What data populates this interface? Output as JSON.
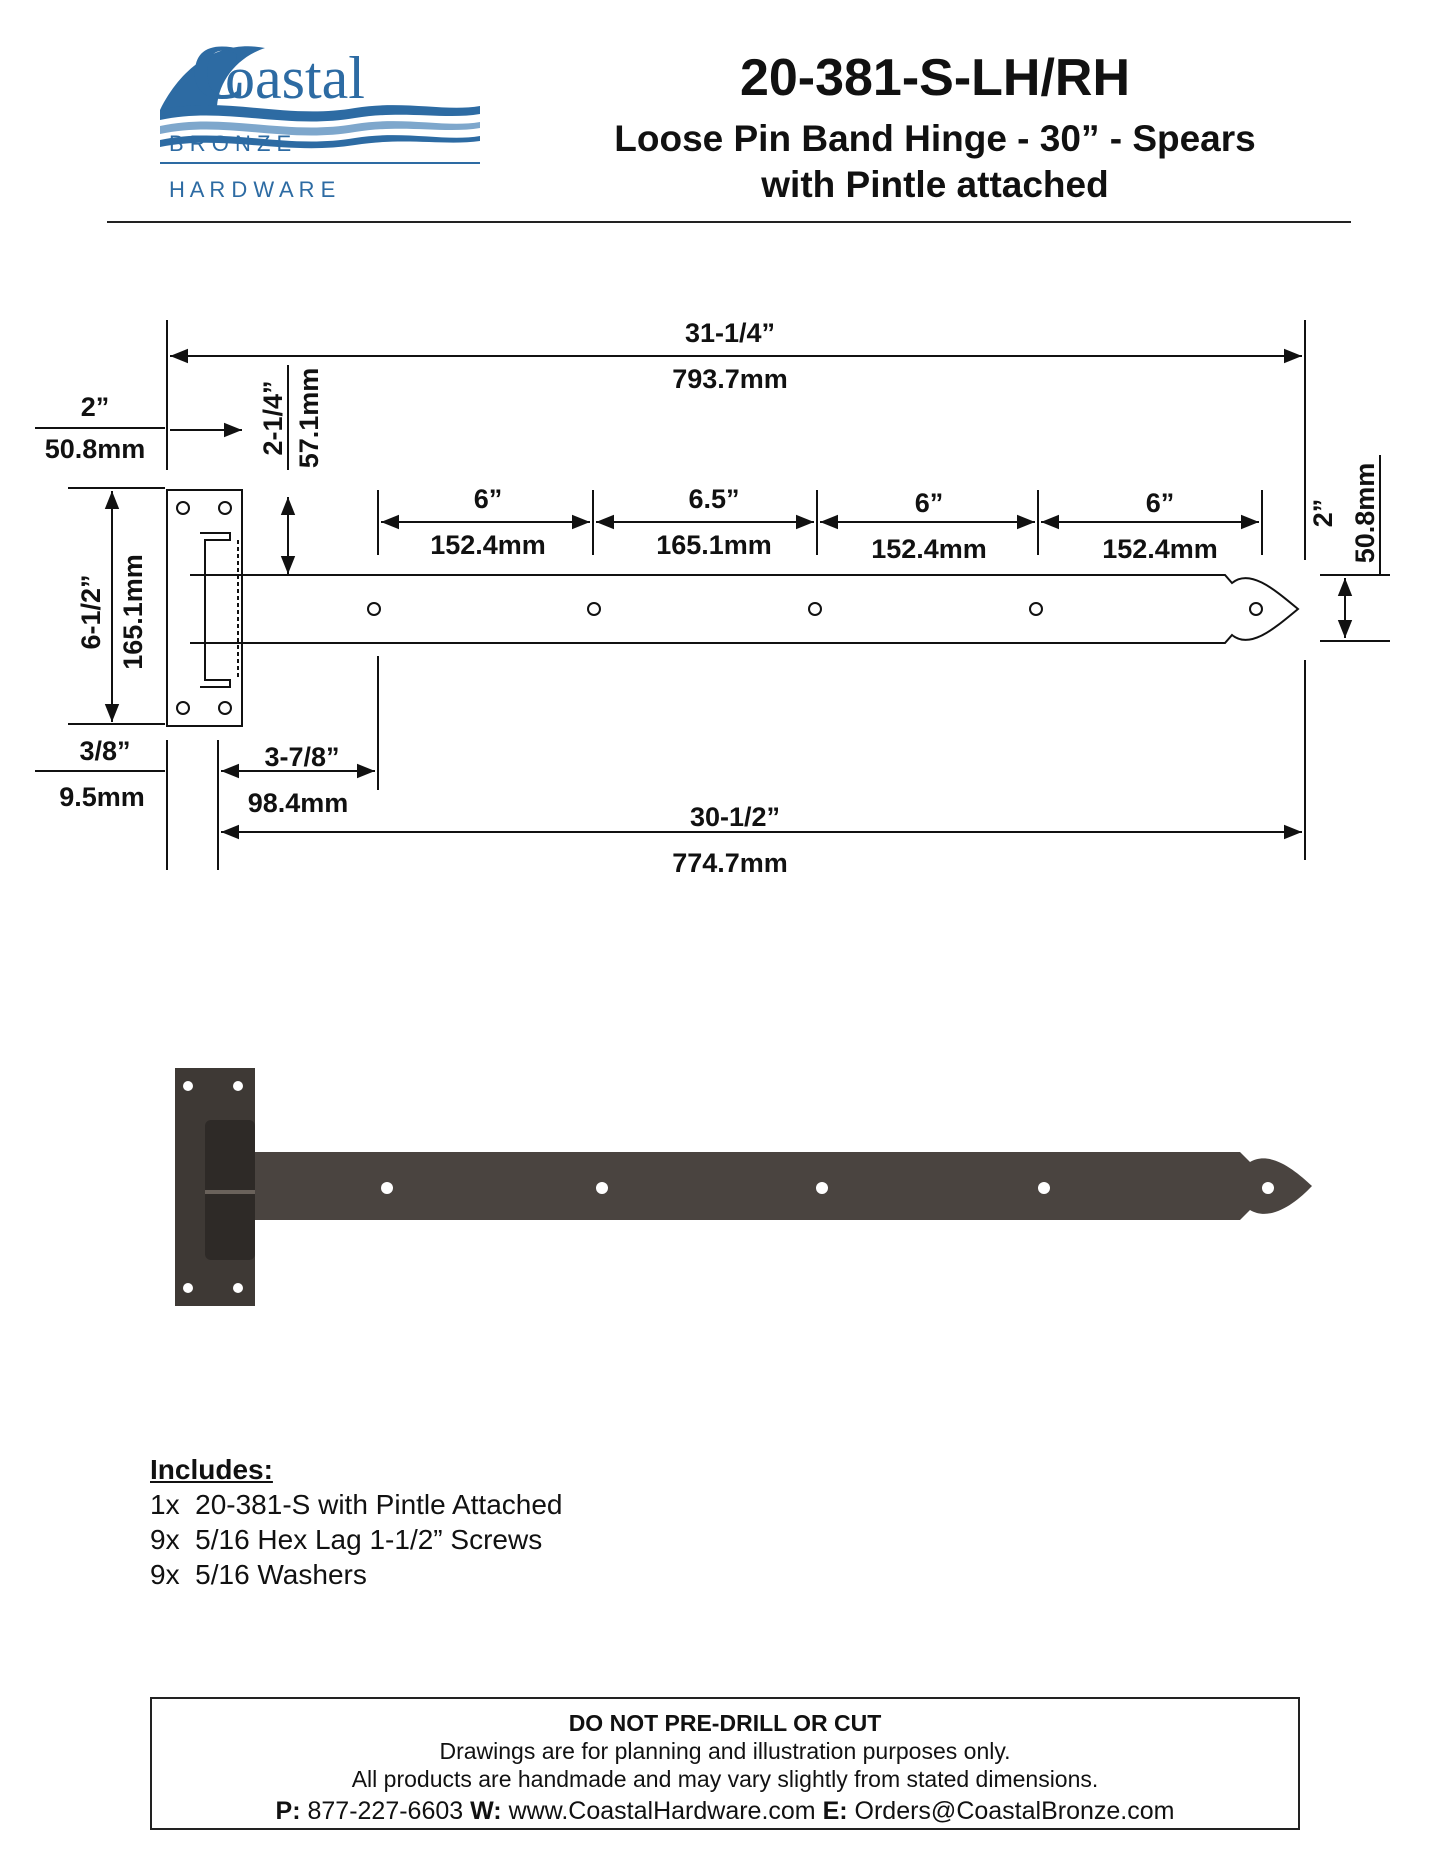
{
  "brand": {
    "logo_word": "oastal",
    "logo_initial": "C",
    "line1": "B R O N Z E",
    "line2": "H A R D W A R E",
    "colors": {
      "blue": "#2d6ba3",
      "light_blue": "#7ea7cc"
    }
  },
  "header": {
    "product_code": "20-381-S-LH/RH",
    "product_name_line1": "Loose Pin Band Hinge - 30” - Spears",
    "product_name_line2": "with Pintle attached"
  },
  "dimensions": {
    "overall_in": "31-1/4”",
    "overall_mm": "793.7mm",
    "plate_width_in": "2”",
    "plate_width_mm": "50.8mm",
    "pintle_offset_in": "2-1/4”",
    "pintle_offset_mm": "57.1mm",
    "plate_height_in": "6-1/2”",
    "plate_height_mm": "165.1mm",
    "hole1_in": "6”",
    "hole1_mm": "152.4mm",
    "hole2_in": "6.5”",
    "hole2_mm": "165.1mm",
    "hole3_in": "6”",
    "hole3_mm": "152.4mm",
    "hole4_in": "6”",
    "hole4_mm": "152.4mm",
    "strap_width_in": "2”",
    "strap_width_mm": "50.8mm",
    "gap_in": "3/8”",
    "gap_mm": "9.5mm",
    "first_hole_in": "3-7/8”",
    "first_hole_mm": "98.4mm",
    "strap_length_in": "30-1/2”",
    "strap_length_mm": "774.7mm"
  },
  "includes": {
    "title": "Includes:",
    "items": [
      {
        "qty": "1x",
        "desc": "20-381-S with Pintle Attached"
      },
      {
        "qty": "9x",
        "desc": "5/16 Hex Lag 1-1/2” Screws"
      },
      {
        "qty": "9x",
        "desc": "5/16 Washers"
      }
    ]
  },
  "disclaimer": {
    "heading": "DO NOT PRE-DRILL OR CUT",
    "line1": "Drawings are for planning and illustration purposes only.",
    "line2": "All products are handmade and may vary slightly from stated dimensions.",
    "phone_label": "P:",
    "phone": "877-227-6603",
    "web_label": "W:",
    "web": "www.CoastalHardware.com",
    "email_label": "E:",
    "email": "Orders@CoastalBronze.com"
  }
}
